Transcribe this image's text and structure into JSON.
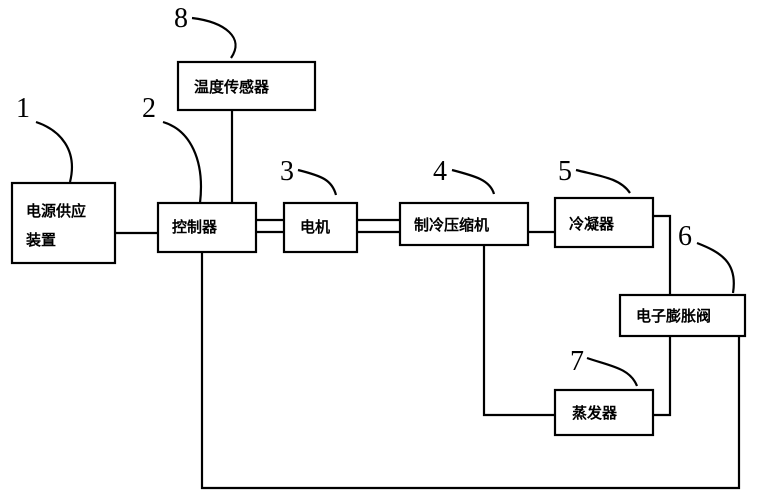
{
  "boxes": {
    "power_supply": {
      "line1": "电源供应",
      "line2": "装置"
    },
    "controller": "控制器",
    "motor": "电机",
    "compressor": "制冷压缩机",
    "condenser": "冷凝器",
    "expansion_valve": "电子膨胀阀",
    "evaporator": "蒸发器",
    "temp_sensor": "温度传感器"
  },
  "callouts": [
    "1",
    "2",
    "3",
    "4",
    "5",
    "6",
    "7",
    "8"
  ]
}
